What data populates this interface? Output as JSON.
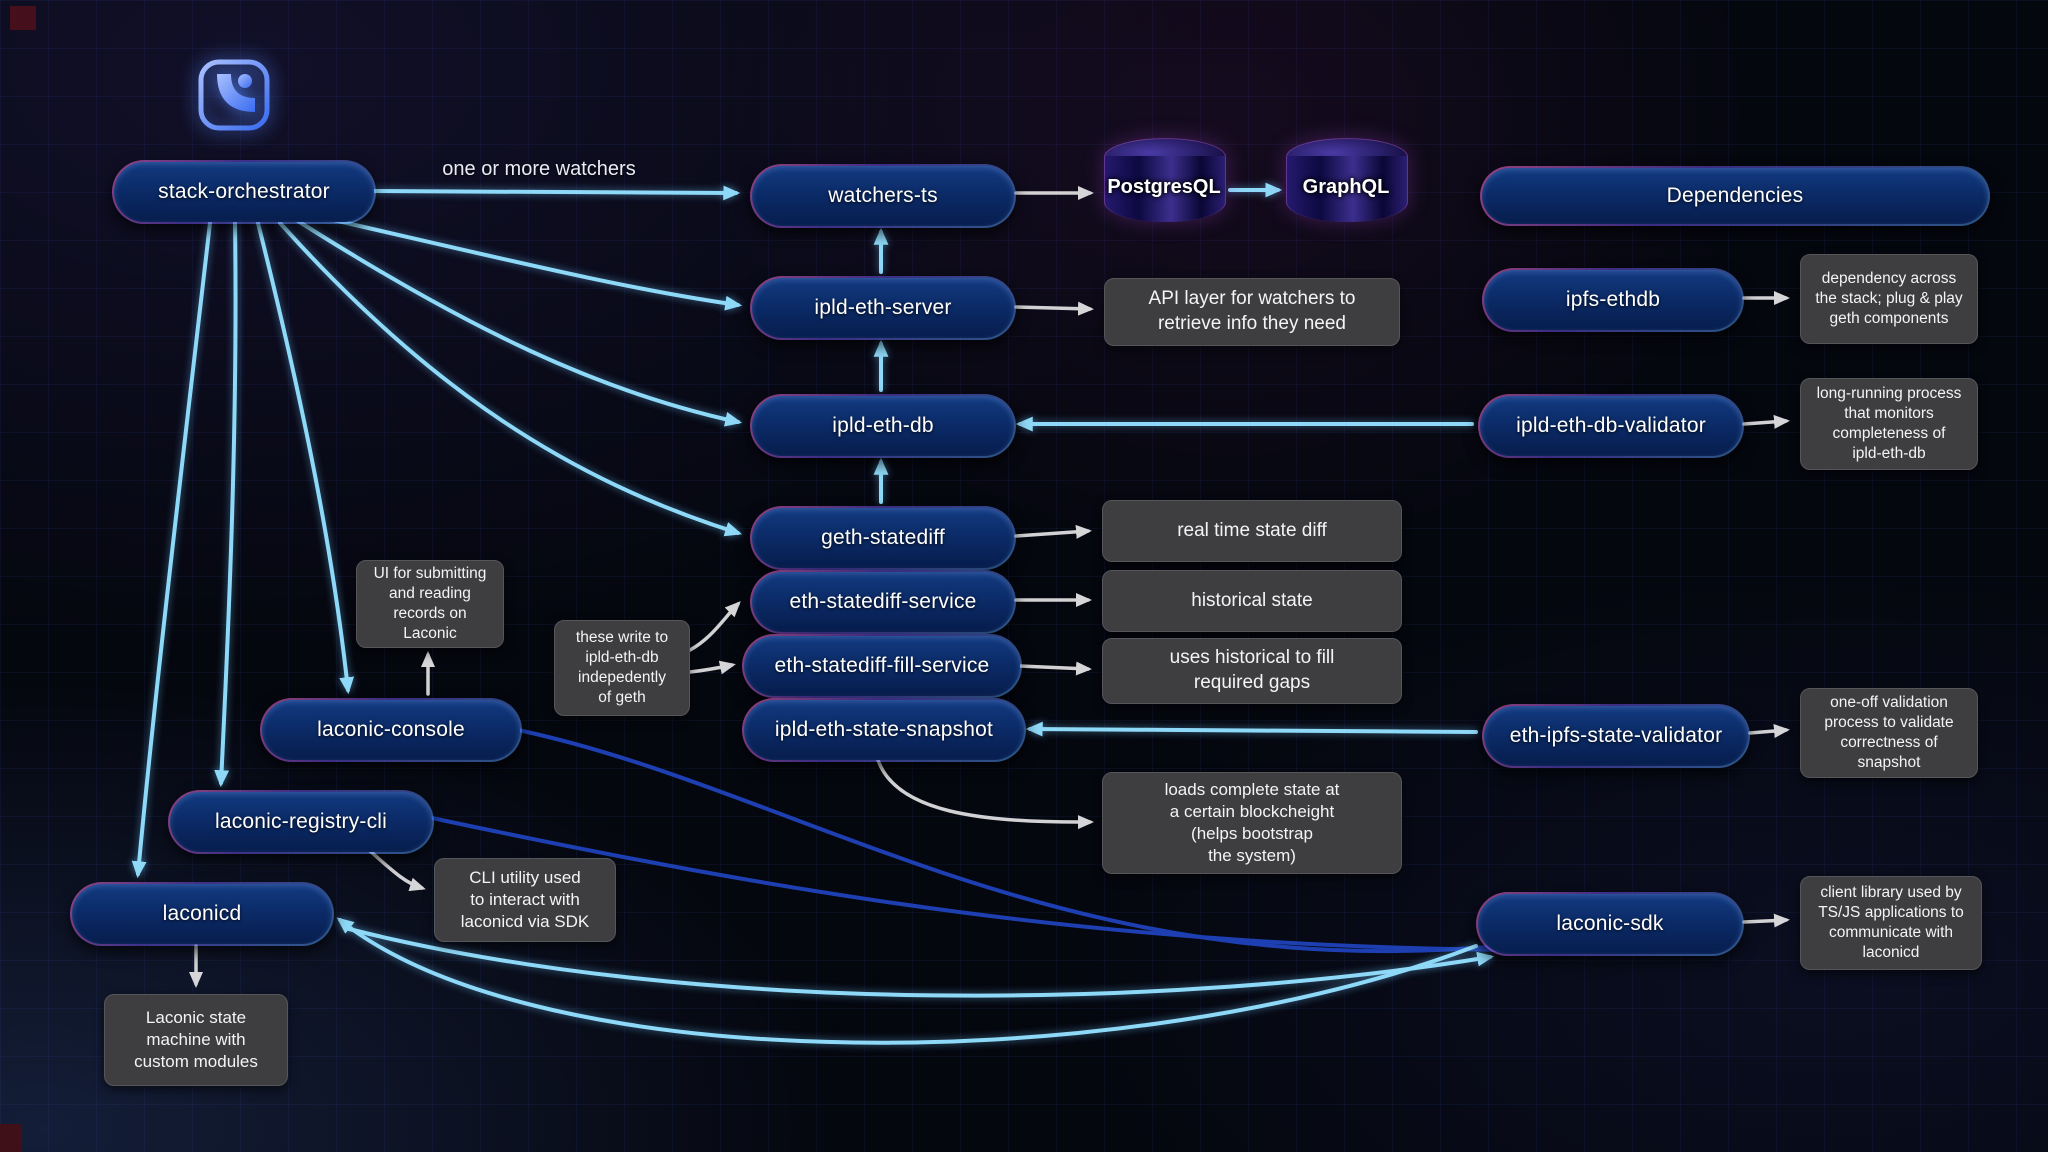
{
  "labels": {
    "one_or_more_watchers": "one or more watchers"
  },
  "nodes": {
    "stack_orchestrator": "stack-orchestrator",
    "watchers_ts": "watchers-ts",
    "postgresql": "PostgresQL",
    "graphql": "GraphQL",
    "dependencies": "Dependencies",
    "ipld_eth_server": "ipld-eth-server",
    "ipfs_ethdb": "ipfs-ethdb",
    "ipld_eth_db": "ipld-eth-db",
    "ipld_eth_db_validator": "ipld-eth-db-validator",
    "geth_statediff": "geth-statediff",
    "eth_statediff_service": "eth-statediff-service",
    "eth_statediff_fill_service": "eth-statediff-fill-service",
    "ipld_eth_state_snapshot": "ipld-eth-state-snapshot",
    "laconic_console": "laconic-console",
    "laconic_registry_cli": "laconic-registry-cli",
    "laconicd": "laconicd",
    "eth_ipfs_state_validator": "eth-ipfs-state-validator",
    "laconic_sdk": "laconic-sdk"
  },
  "notes": {
    "api_layer": "API layer for watchers to\nretrieve info they need",
    "dependency_across": "dependency across\nthe stack; plug & play\ngeth components",
    "long_running": "long-running process\nthat monitors\ncompleteness of\nipld-eth-db",
    "real_time": "real time state diff",
    "historical": "historical state",
    "uses_historical": "uses historical to fill\nrequired gaps",
    "ui_submitting": "UI for submitting\nand reading\nrecords on\nLaconic",
    "these_write": "these write to\nipld-eth-db\nindepedently\nof geth",
    "loads_complete": "loads complete state at\na certain blockcheight\n(helps bootstrap\nthe system)",
    "one_off": "one-off validation\nprocess to validate\ncorrectness of\nsnapshot",
    "cli_utility": "CLI utility used\nto interact with\nlaconicd via SDK",
    "laconic_state": "Laconic state\nmachine with\ncustom modules",
    "client_library": "client library used by\nTS/JS applications to\ncommunicate with\nlaconicd"
  },
  "colors": {
    "node_fill": "#0b2a66",
    "arrow_cyan": "#8fd9f8",
    "arrow_gray": "#d2d2d4",
    "arrow_blue": "#1d3fb2",
    "note_fill": "#3e3e41",
    "background": "#05070f"
  }
}
